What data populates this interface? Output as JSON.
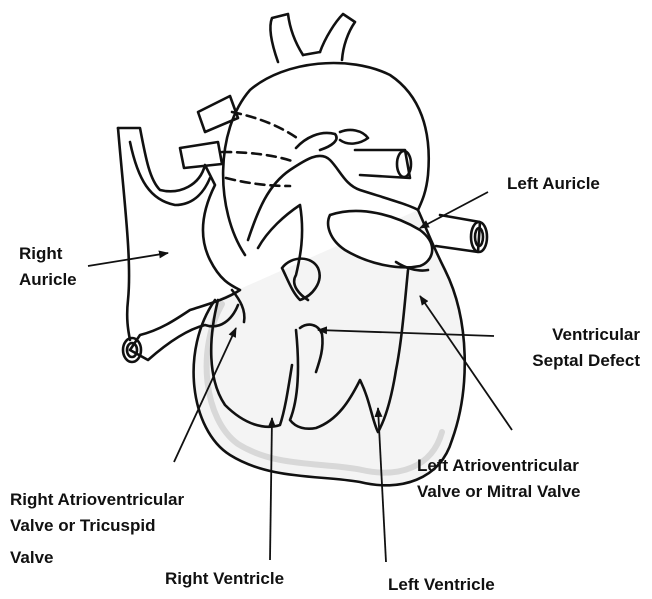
{
  "labels": {
    "left_auricle": "Left Auricle",
    "right_auricle_1": "Right",
    "right_auricle_2": "Auricle",
    "vsd_1": "Ventricular",
    "vsd_2": "Septal Defect",
    "mitral_1": "Left Atrioventricular",
    "mitral_2": "Valve or Mitral Valve",
    "tricuspid_1": "Right Atrioventricular",
    "tricuspid_2": "Valve or Tricuspid",
    "tricuspid_3": "Valve",
    "right_ventricle": "Right Ventricle",
    "left_ventricle": "Left Ventricle"
  },
  "colors": {
    "ink": "#111111",
    "background": "#ffffff",
    "shadow": "#e6e6e6"
  }
}
